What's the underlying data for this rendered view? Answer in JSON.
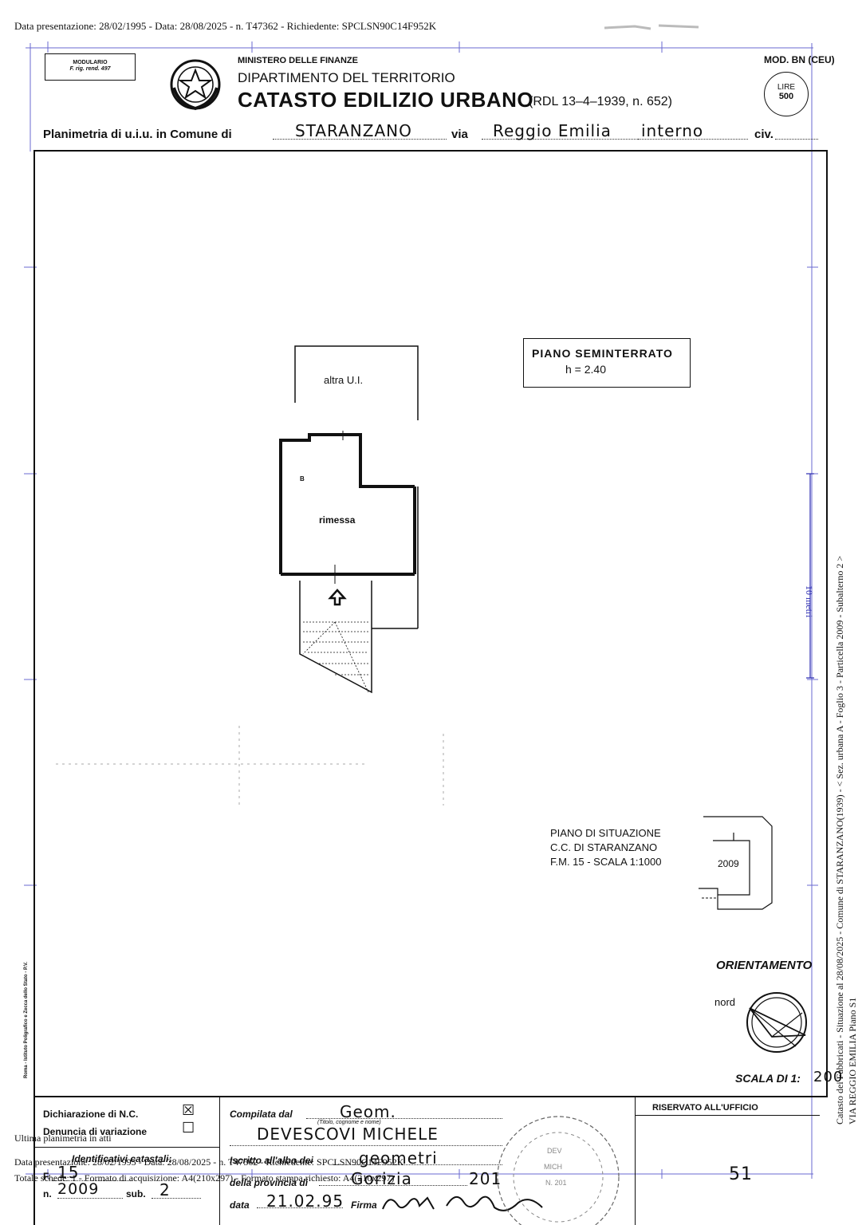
{
  "top_meta": "Data presentazione: 28/02/1995 - Data: 28/08/2025 - n. T47362 - Richiedente: SPCLSN90C14F952K",
  "header": {
    "modulario": [
      "MODULARIO",
      "F. rig. rend. 497"
    ],
    "ministry": "MINISTERO DELLE FINANZE",
    "department": "DIPARTIMENTO DEL TERRITORIO",
    "title": "CATASTO EDILIZIO URBANO",
    "law": "(RDL 13–4–1939, n. 652)",
    "model": "MOD. BN (CEU)",
    "price_label": "LIRE",
    "price_value": "500"
  },
  "address_line": {
    "prefix": "Planimetria di u.i.u. in Comune di",
    "comune": "STARANZANO",
    "via_label": "via",
    "via": "Reggio Emilia",
    "interno_label": "interno",
    "civ_label": "civ."
  },
  "plan": {
    "level_title": "PIANO SEMINTERRATO",
    "height": "h = 2.40",
    "room_other": "altra U.I.",
    "room_main": "rimessa",
    "marker": "B"
  },
  "situation": {
    "lines": [
      "PIANO DI SITUAZIONE",
      "C.C. DI STARANZANO",
      "F.M. 15 - SCALA 1:1000"
    ],
    "parcel": "2009"
  },
  "orientation": {
    "title": "ORIENTAMENTO",
    "north": "nord",
    "scale_label": "SCALA DI 1:",
    "scale_value": "200"
  },
  "side_meta": {
    "scale_bar": "10 metri",
    "line1": "Catasto dei Fabbricati - Situazione al 28/08/2025 - Comune di STARANZANO(1939) - < Sez. urbana A - Foglio 3 - Particella 2009 - Subalterno 2 >",
    "line2": "VIA REGGIO EMILIA Piano S1"
  },
  "left_margin_print": "Roma - Istituto Poligrafico e Zecca dello Stato - P.V.",
  "footer": {
    "dichiarazione_label": "Dichiarazione di N.C.",
    "dichiarazione_mark": "☒",
    "denuncia_label": "Denuncia di variazione",
    "denuncia_mark": "☐",
    "identificativi_label": "Identificativi catastali:",
    "foglio_label": "F.",
    "foglio_value": "15",
    "numero_label": "n.",
    "numero_value": "2009",
    "sub_label": "sub.",
    "sub_value": "2",
    "compilata_label": "Compilata dal",
    "titolo_value": "Geom.",
    "titolo_caption": "(Titolo, cognome e nome)",
    "name_value": "DEVESCOVI MICHELE",
    "iscritto_label": "Iscritto all'albo dei",
    "albo_value": "geometri",
    "provincia_label": "della provincia di",
    "provincia_value": "Gorizia",
    "albo_number": "201",
    "data_label": "data",
    "data_value": "21.02.95",
    "firma_label": "Firma",
    "riservato_label": "RISERVATO ALL'UFFICIO",
    "office_number": "51"
  },
  "overlay": {
    "ultima": "Ultima planimetria in atti",
    "line1": "Data presentazione: 28/02/1995 - Data: 28/08/2025 - n. T47362 - Richiedente: SPCLSN90C14F952K",
    "line2": "Totale schede: 1 - Formato di acquisizione: A4(210x297) - Formato stampa richiesto: A4(210x297)"
  }
}
